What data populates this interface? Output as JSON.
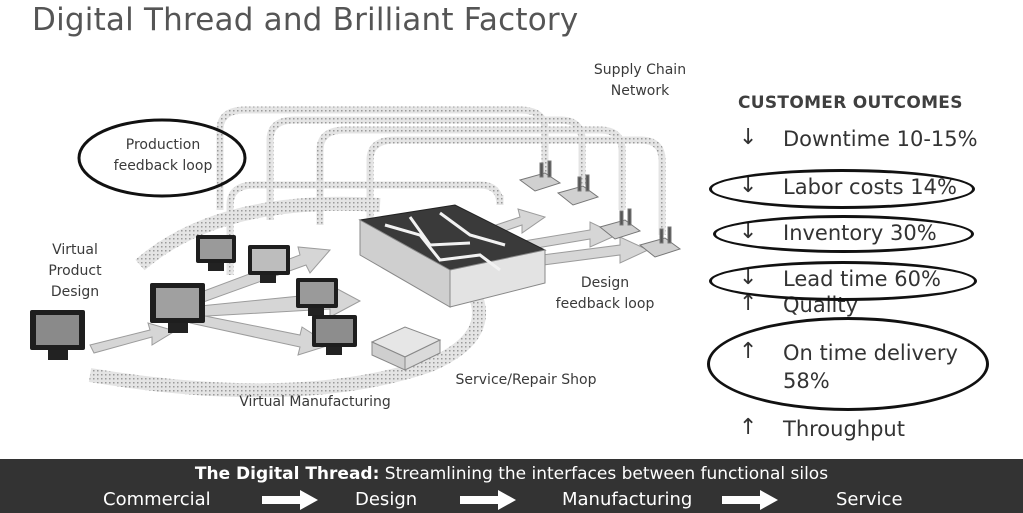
{
  "title": "Digital Thread and Brilliant Factory",
  "diagram": {
    "labels": {
      "production_feedback": "Production\nfeedback loop",
      "virtual_product_design": "Virtual\nProduct\nDesign",
      "supply_chain": "Supply Chain\nNetwork",
      "design_feedback": "Design\nfeedback loop",
      "service_repair": "Service/Repair Shop",
      "virtual_manufacturing": "Virtual Manufacturing"
    }
  },
  "outcomes": {
    "heading": "CUSTOMER OUTCOMES",
    "items": [
      {
        "arrow": "↓",
        "text": "Downtime 10-15%",
        "circled": false
      },
      {
        "arrow": "↓",
        "text": "Labor costs 14%",
        "circled": true
      },
      {
        "arrow": "↓",
        "text": "Inventory 30%",
        "circled": true
      },
      {
        "arrow": "↓",
        "text": "Lead time 60%",
        "circled": true
      },
      {
        "arrow": "↑",
        "text": "Quality",
        "circled": false
      },
      {
        "arrow": "↑",
        "text": "On time delivery\n58%",
        "circled": true
      },
      {
        "arrow": "↑",
        "text": "Throughput",
        "circled": false
      }
    ]
  },
  "footer": {
    "bold_label": "The Digital Thread:",
    "subtitle": " Streamlining the interfaces between functional silos",
    "steps": [
      "Commercial",
      "Design",
      "Manufacturing",
      "Service"
    ]
  },
  "colors": {
    "footer_bg": "#333333",
    "text": "#333333",
    "outline": "#111111"
  }
}
